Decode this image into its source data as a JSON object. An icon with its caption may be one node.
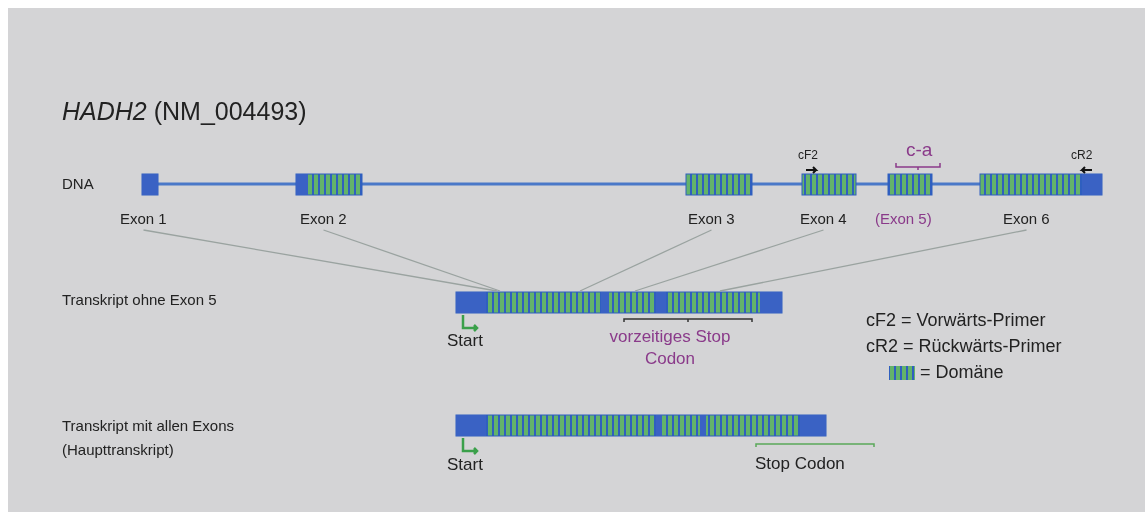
{
  "diagram": {
    "title": "*HADH2* (NM_004493)",
    "nodes": [
      {
        "text": [
          "Exon 1"
        ]
      },
      {
        "text": [
          "Exon 2"
        ]
      },
      {
        "text": [
          "Exon 3"
        ]
      },
      {
        "text": [
          "Exon 4"
        ]
      },
      {
        "text": [
          "(Exon 5)"
        ]
      },
      {
        "text": [
          "Exon 6"
        ]
      },
      {
        "text": [],
        "shape": "bar"
      },
      {
        "text": [],
        "shape": "bar"
      }
    ],
    "edges": [
      {
        "from": 0,
        "to": 6,
        "arrow": "none"
      },
      {
        "from": 1,
        "to": 6,
        "arrow": "none"
      },
      {
        "from": 2,
        "to": 6,
        "arrow": "none"
      },
      {
        "from": 3,
        "to": 6,
        "arrow": "none"
      },
      {
        "from": 5,
        "to": 6,
        "arrow": "none"
      }
    ],
    "labels": [
      "DNA",
      "cF2",
      "c-a",
      "cR2",
      "Transkript ohne Exon 5",
      "Start",
      "vorzeitiges Stop Codon",
      "Transkript mit allen Exons (Haupttranskript)",
      "Start",
      "Stop Codon"
    ],
    "legend": [
      {
        "text": "cF2 = Vorwärts-Primer"
      },
      {
        "text": "cR2 = Rückwärts-Primer"
      },
      {
        "text": "= Domäne"
      }
    ]
  }
}
